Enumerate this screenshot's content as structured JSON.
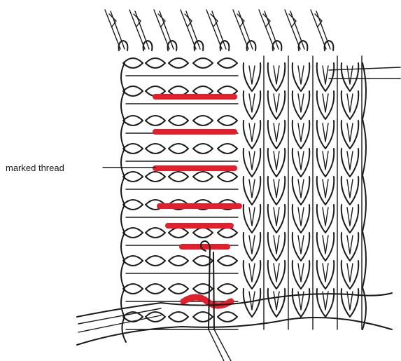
{
  "diagram": {
    "label": "marked thread",
    "colors": {
      "ink": "#1a1a1a",
      "marked_thread": "#e0202c",
      "background": "#ffffff"
    },
    "marked_thread_segments": 7,
    "needle_count": 9
  }
}
